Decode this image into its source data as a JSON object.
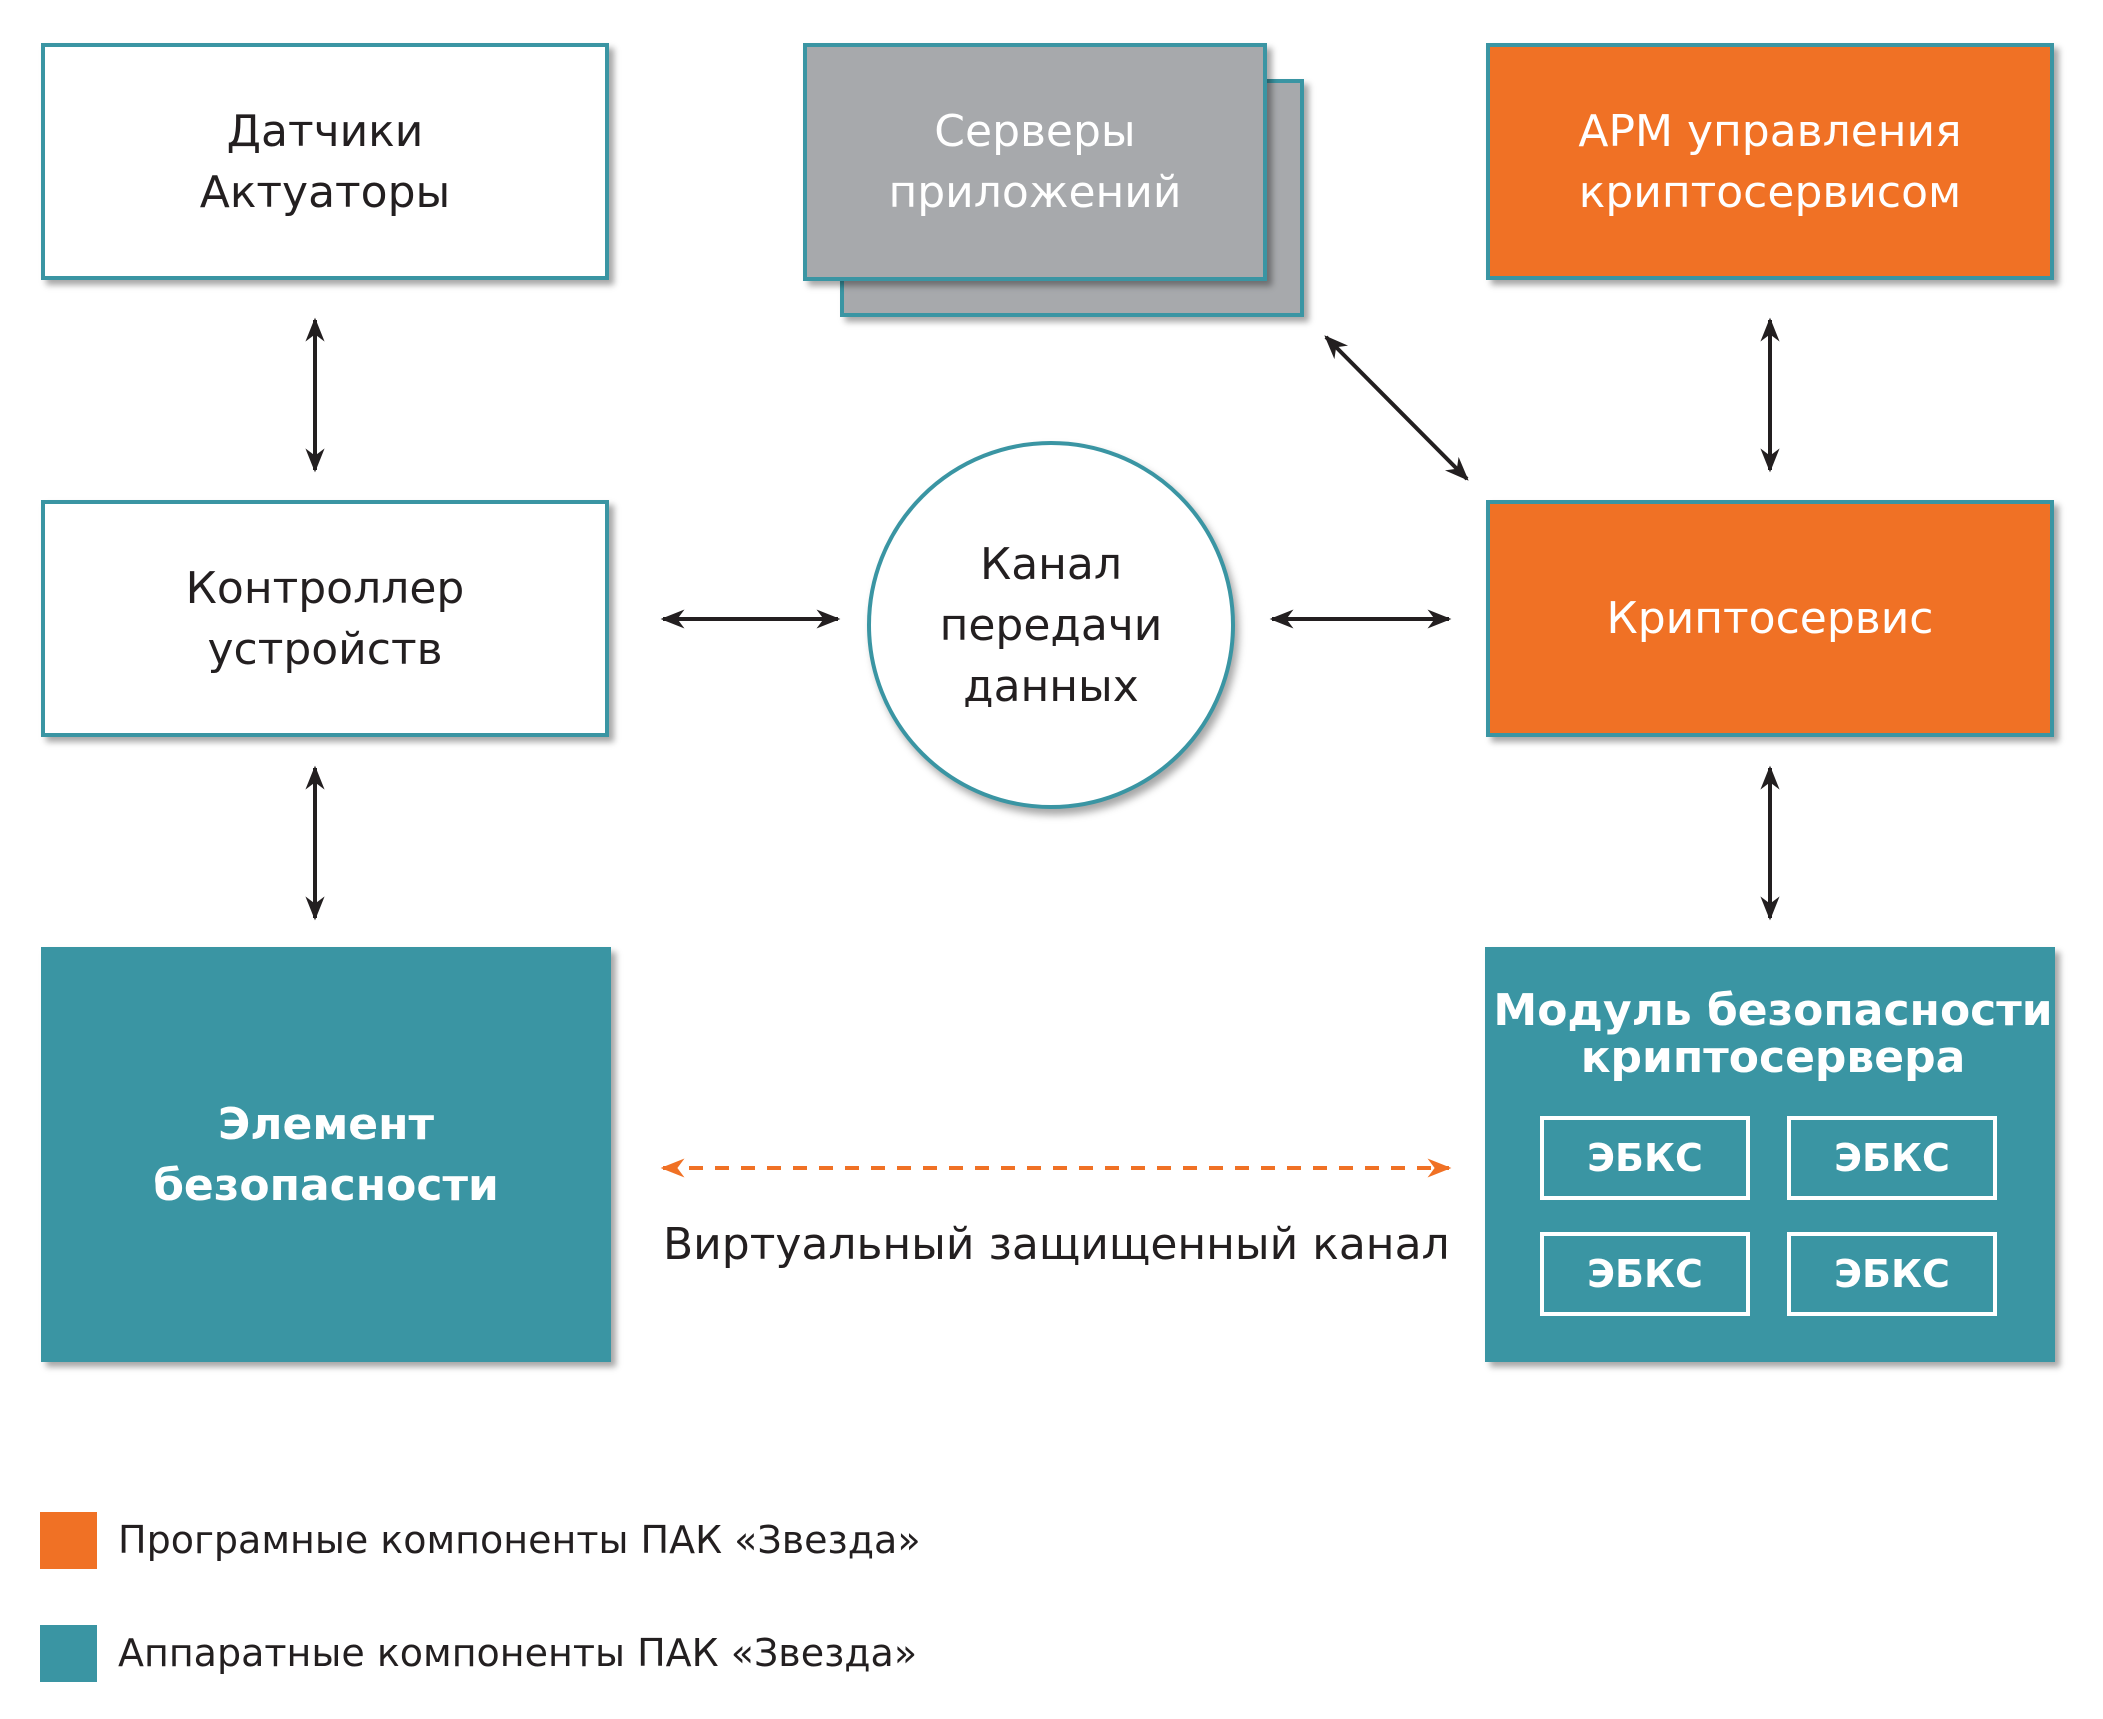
{
  "nodes": {
    "sensors": {
      "line1": "Датчики",
      "line2": "Актуаторы"
    },
    "app_servers": {
      "line1": "Серверы",
      "line2": "приложений"
    },
    "arm": {
      "line1": "АРМ управления",
      "line2": "криптосервисом"
    },
    "controller": {
      "line1": "Контроллер",
      "line2": "устройств"
    },
    "channel": {
      "line1": "Канал",
      "line2": "передачи",
      "line3": "данных"
    },
    "cryptoservice": {
      "label": "Криптосервис"
    },
    "security_element": {
      "line1": "Элемент",
      "line2": "безопасности"
    },
    "security_module": {
      "line1": "Модуль безопасности",
      "line2": "криптосервера",
      "cells": [
        "ЭБКС",
        "ЭБКС",
        "ЭБКС",
        "ЭБКС"
      ]
    }
  },
  "virtual_channel": {
    "label": "Виртуальный защищенный канал"
  },
  "legend": [
    {
      "label": "Програмные компоненты ПАК «Звезда»",
      "color": "#f07125"
    },
    {
      "label": "Аппаратные компоненты ПАК «Звезда»",
      "color": "#3a95a3"
    }
  ],
  "colors": {
    "software": "#f07125",
    "hardware": "#3a95a3",
    "server": "#a7a9ac",
    "arrow": "#231f20",
    "virtual_arrow": "#f07125"
  }
}
